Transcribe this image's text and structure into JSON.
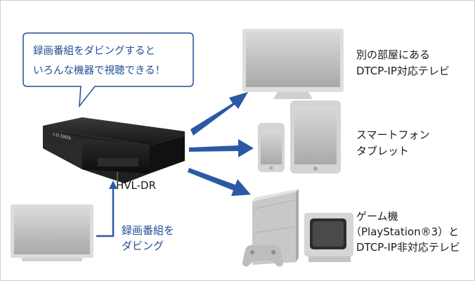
{
  "bubble": {
    "line1": "録画番組をダビングすると",
    "line2": "いろんな機器で視聴できる！"
  },
  "recorder": {
    "model_label": "HVL-DR",
    "brand_text": "I-O DATA"
  },
  "source_caption": {
    "line1": "録画番組を",
    "line2": "ダビング"
  },
  "targets": [
    {
      "line1": "別の部屋にある",
      "line2": "DTCP-IP対応テレビ"
    },
    {
      "line1": "スマートフォン",
      "line2": "タブレット"
    },
    {
      "line1": "ゲーム機",
      "line2": "（PlayStation®3）と",
      "line3": "DTCP-IP非対応テレビ"
    }
  ],
  "colors": {
    "accent": "#1f4f96",
    "arrow": "#2a5aa6",
    "device_dark": "#1c1c1c",
    "screen_gray": "#b9b9b9"
  }
}
